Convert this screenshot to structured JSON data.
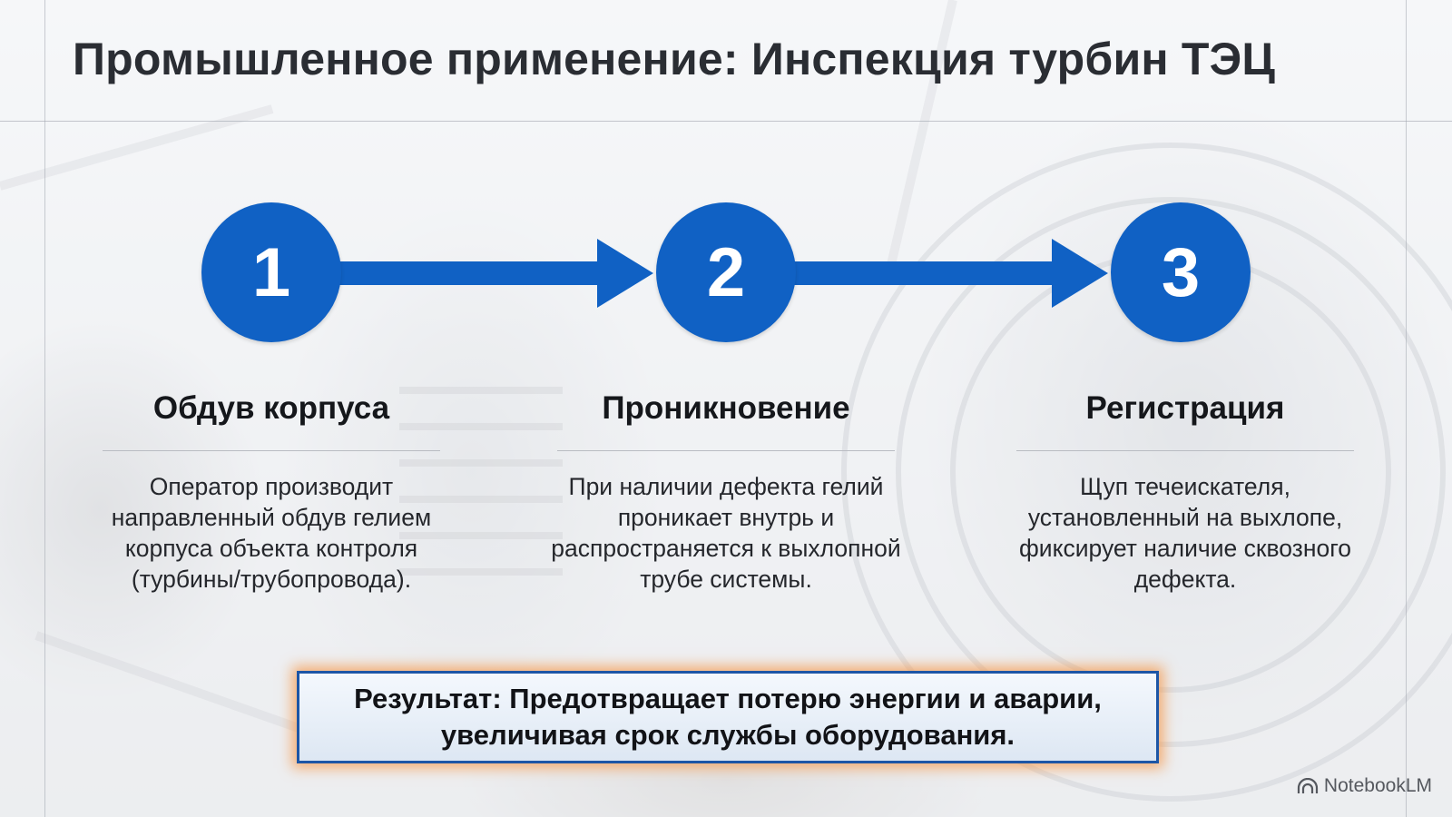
{
  "slide": {
    "title": "Промышленное применение: Инспекция турбин ТЭЦ"
  },
  "steps": [
    {
      "number": "1",
      "title": "Обдув корпуса",
      "description": "Оператор производит направленный обдув гелием корпуса объекта контроля (турбины/трубопровода)."
    },
    {
      "number": "2",
      "title": "Проникновение",
      "description": "При наличии дефекта гелий проникает внутрь и распространяется к выхлопной трубе системы."
    },
    {
      "number": "3",
      "title": "Регистрация",
      "description": "Щуп течеискателя, установленный на выхлопе, фиксирует наличие сквозного дефекта."
    }
  ],
  "result": {
    "line1": "Результат: Предотвращает потерю энергии и аварии,",
    "line2": "увеличивая срок службы оборудования."
  },
  "branding": {
    "label": "NotebookLM",
    "icon": "notebooklm-logo-icon"
  },
  "colors": {
    "accent": "#1061c4",
    "result_border": "#1d56a6",
    "result_glow": "#f69646"
  }
}
